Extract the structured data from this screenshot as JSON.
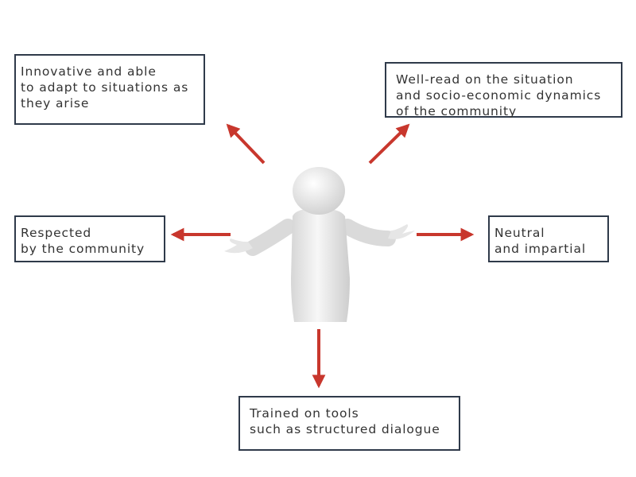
{
  "colors": {
    "arrow": "#c8372d",
    "box_border": "#2f3a4a",
    "text": "#333333",
    "figure": "#e8e8e8"
  },
  "figure": {
    "icon": "3d-person-shrugging-icon"
  },
  "nodes": [
    {
      "id": "innovative",
      "lines": [
        "Innovative and able",
        "to adapt to situations as",
        "they arise"
      ]
    },
    {
      "id": "wellread",
      "lines": [
        "Well-read on the situation",
        "and socio-economic dynamics",
        "of the community"
      ]
    },
    {
      "id": "respected",
      "lines": [
        "Respected",
        "by the community"
      ]
    },
    {
      "id": "neutral",
      "lines": [
        "Neutral",
        "and impartial"
      ]
    },
    {
      "id": "trained",
      "lines": [
        "Trained on tools",
        "such as structured dialogue"
      ]
    }
  ]
}
